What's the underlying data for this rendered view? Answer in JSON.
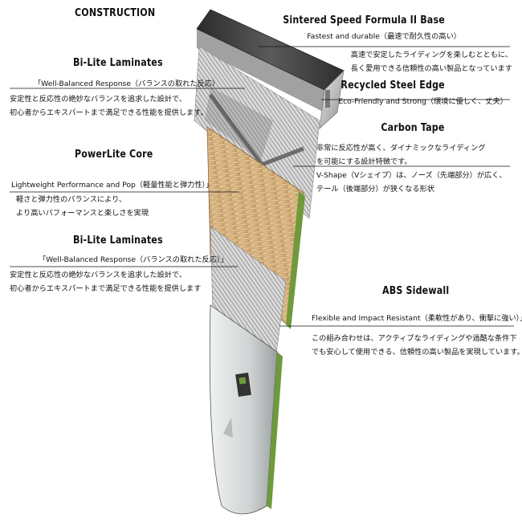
{
  "heading": "CONSTRUCTION",
  "layers": {
    "base": {
      "title": "Sintered Speed Formula II Base",
      "subtitle": "Fastest and durable（最速で耐久性の高い）",
      "lines": [
        "高速で安定したライディングを楽しむとともに、",
        "長く愛用できる信頼性の高い製品となっています"
      ]
    },
    "laminates_top": {
      "title": "Bi-Lite Laminates",
      "subtitle": "「Well-Balanced Response（バランスの取れた反応）",
      "lines": [
        "安定性と反応性の絶妙なバランスを追求した設計で、",
        "初心者からエキスパートまで満足できる性能を提供します。"
      ]
    },
    "edge": {
      "title": "Recycled Steel Edge",
      "subtitle": "Eco-Friendly and Strong（環境に優しく、丈夫）"
    },
    "carbon": {
      "title": "Carbon Tape",
      "lines": [
        "非常に反応性が高く、ダイナミックなライディング",
        "を可能にする設計特徴です。",
        "V-Shape（Vシェイプ）は、ノーズ（先端部分）が広く、",
        "テール（後端部分）が狭くなる形状"
      ]
    },
    "core": {
      "title": "PowerLite Core",
      "subtitle": "Lightweight Performance and Pop（軽量性能と弾力性）」",
      "lines": [
        "軽さと弾力性のバランスにより、",
        "より高いパフォーマンスと楽しさを実現"
      ]
    },
    "laminates_bottom": {
      "title": "Bi-Lite Laminates",
      "subtitle": "「Well-Balanced Response（バランスの取れた反応）」",
      "lines": [
        "安定性と反応性の絶妙なバランスを追求した設計で、",
        "初心者からエキスパートまで満足できる性能を提供します"
      ]
    },
    "sidewall": {
      "title": "ABS Sidewall",
      "subtitle": "Flexible and Impact Resistant（柔軟性があり、衝撃に強い）」",
      "lines": [
        "この組み合わせは、アクティブなライディングや過酷な条件下",
        "でも安心して使用できる、信頼性の高い製品を実現しています。"
      ]
    }
  },
  "colors": {
    "base_dark": "#3a3a3a",
    "edge_silver": "#b8b8b8",
    "wood_core": "#d9b98a",
    "sidewall_green": "#6f9a3c",
    "topsheet_grey": "#d8dcdc"
  }
}
